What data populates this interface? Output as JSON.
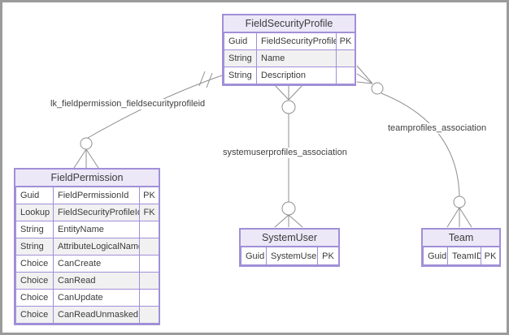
{
  "diagram": {
    "kind": "entity-relationship-diagram",
    "colors": {
      "entity_border": "#A18FD8",
      "entity_header_fill": "#ECE8F8",
      "row_alt_fill": "#F1F1F1",
      "relationship_line": "#8F8F8F",
      "frame_border": "#9B9B9B",
      "text": "#3B3B3B"
    },
    "tables": [
      {
        "title": "FieldSecurityProfile",
        "rows": [
          {
            "type": "Guid",
            "name": "FieldSecurityProfileId",
            "key": "PK"
          },
          {
            "type": "String",
            "name": "Name",
            "key": ""
          },
          {
            "type": "String",
            "name": "Description",
            "key": ""
          }
        ]
      },
      {
        "title": "FieldPermission",
        "rows": [
          {
            "type": "Guid",
            "name": "FieldPermissionId",
            "key": "PK"
          },
          {
            "type": "Lookup",
            "name": "FieldSecurityProfileId",
            "key": "FK"
          },
          {
            "type": "String",
            "name": "EntityName",
            "key": ""
          },
          {
            "type": "String",
            "name": "AttributeLogicalName",
            "key": ""
          },
          {
            "type": "Choice",
            "name": "CanCreate",
            "key": ""
          },
          {
            "type": "Choice",
            "name": "CanRead",
            "key": ""
          },
          {
            "type": "Choice",
            "name": "CanUpdate",
            "key": ""
          },
          {
            "type": "Choice",
            "name": "CanReadUnmasked",
            "key": ""
          }
        ]
      },
      {
        "title": "SystemUser",
        "rows": [
          {
            "type": "Guid",
            "name": "SystemUserId",
            "key": "PK"
          }
        ]
      },
      {
        "title": "Team",
        "rows": [
          {
            "type": "Guid",
            "name": "TeamID",
            "key": "PK"
          }
        ]
      }
    ],
    "relationships": [
      {
        "label": "lk_fieldpermission_fieldsecurityprofileid",
        "from": "FieldSecurityProfile",
        "to": "FieldPermission",
        "from_marker": "one",
        "to_marker": "zero-or-many"
      },
      {
        "label": "systemuserprofiles_association",
        "from": "FieldSecurityProfile",
        "to": "SystemUser",
        "from_marker": "zero-or-many",
        "to_marker": "zero-or-many"
      },
      {
        "label": "teamprofiles_association",
        "from": "FieldSecurityProfile",
        "to": "Team",
        "from_marker": "zero-or-many",
        "to_marker": "zero-or-many"
      }
    ]
  }
}
